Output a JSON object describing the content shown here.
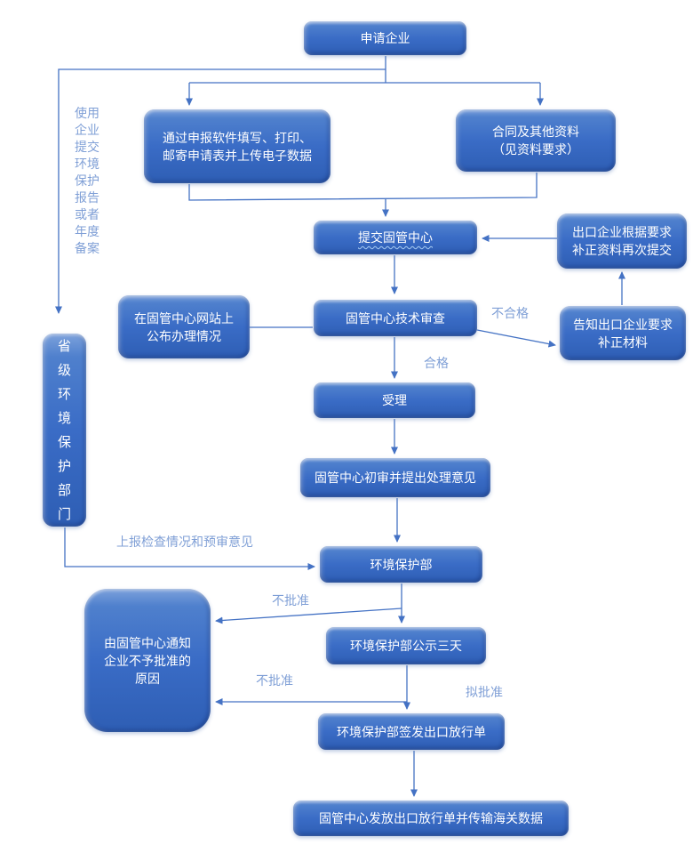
{
  "colors": {
    "box_blue": "#3a6cc6",
    "line_blue": "#4472c4",
    "label_blue": "#7f9fd6",
    "text_white": "#ffffff"
  },
  "nodes": {
    "apply": {
      "label": "申请企业"
    },
    "software": {
      "label": "通过申报软件填写、打印、\n邮寄申请表并上传电子数据"
    },
    "contract": {
      "label": "合同及其他资料\n（见资料要求）"
    },
    "submit": {
      "label": "提交固管中心"
    },
    "resubmit": {
      "label": "出口企业根据要求\n补正资料再次提交"
    },
    "publish": {
      "label": "在固管中心网站上\n公布办理情况"
    },
    "review": {
      "label": "固管中心技术审查"
    },
    "notify": {
      "label": "告知出口企业要求\n补正材料"
    },
    "accept": {
      "label": "受理"
    },
    "initial_review": {
      "label": "固管中心初审并提出处理意见"
    },
    "provincial": {
      "label": "省\n级\n环\n境\n保\n护\n部\n门"
    },
    "mep": {
      "label": "环境保护部"
    },
    "publicity": {
      "label": "环境保护部公示三天"
    },
    "reject_reason": {
      "label": "由固管中心通知\n企业不予批准的\n原因"
    },
    "release": {
      "label": "环境保护部签发出口放行单"
    },
    "final": {
      "label": "固管中心发放出口放行单并传输海关数据"
    }
  },
  "edge_labels": {
    "side_note": "使用\n企业\n提交\n环境\n保护\n报告\n或者\n年度\n备案",
    "fail": "不合格",
    "pass": "合格",
    "report": "上报检查情况和预审意见",
    "reject": "不批准",
    "to_approve": "拟批准"
  }
}
